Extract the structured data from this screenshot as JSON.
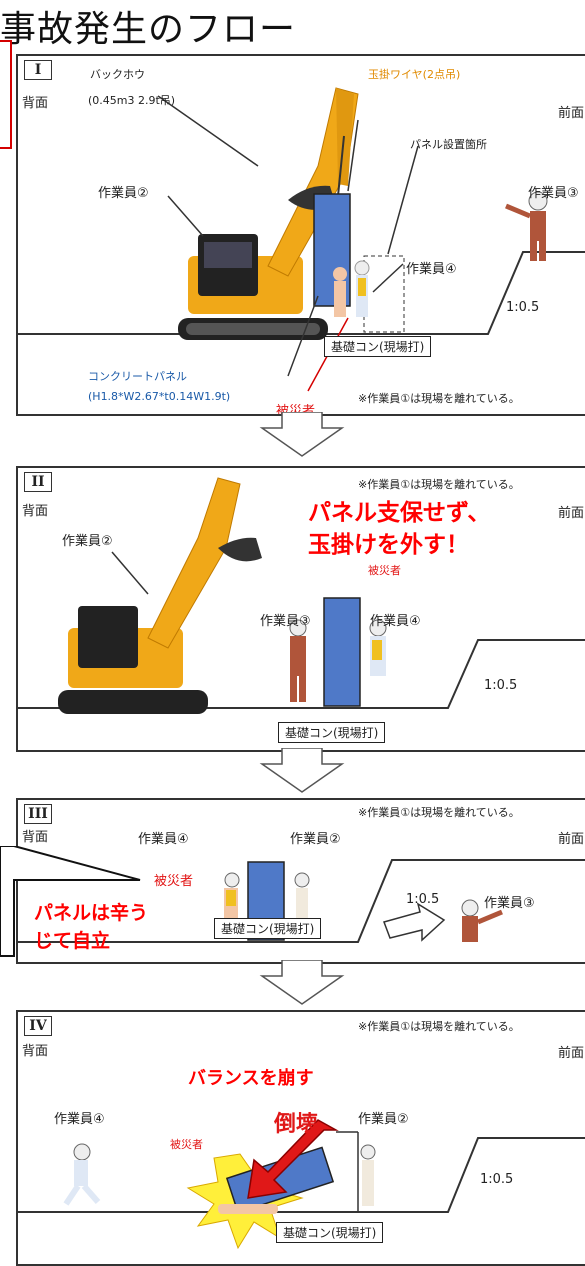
{
  "title": "事故発生のフロー",
  "colors": {
    "excavator": "#f0a818",
    "panel": "#4f79c8",
    "red": "#ff0000",
    "label_orange": "#e08a00",
    "label_blue": "#1a5aa8"
  },
  "panels": [
    {
      "numeral": "I",
      "back_label": "背面",
      "front_label": "前面",
      "labels": {
        "backhoe": "バックホウ",
        "backhoe_spec": "(0.45m3 2.9t吊)",
        "wire": "玉掛ワイヤ(2点吊)",
        "install_point": "パネル設置箇所",
        "worker2": "作業員②",
        "worker3": "作業員③",
        "worker4": "作業員④",
        "slope": "1:0.5",
        "foundation": "基礎コン(現場打)",
        "concrete_panel": "コンクリートパネル",
        "panel_spec": "(H1.8*W2.67*t0.14W1.9t)",
        "note": "※作業員①は現場を離れている。",
        "victim": "被災者"
      }
    },
    {
      "numeral": "II",
      "back_label": "背面",
      "front_label": "前面",
      "note": "※作業員①は現場を離れている。",
      "callout_line1": "パネル支保せず、",
      "callout_line2": "玉掛けを外す！",
      "labels": {
        "worker2": "作業員②",
        "worker3": "作業員③",
        "worker4": "作業員④",
        "victim": "被災者",
        "slope": "1:0.5",
        "foundation": "基礎コン(現場打)"
      }
    },
    {
      "numeral": "III",
      "back_label": "背面",
      "front_label": "前面",
      "note": "※作業員①は現場を離れている。",
      "labels": {
        "worker4": "作業員④",
        "worker2": "作業員②",
        "worker3": "作業員③",
        "victim": "被災者",
        "slope": "1:0.5",
        "foundation": "基礎コン(現場打)"
      },
      "callout_line1": "パネルは辛う",
      "callout_line2": "じて自立"
    },
    {
      "numeral": "IV",
      "back_label": "背面",
      "front_label": "前面",
      "note": "※作業員①は現場を離れている。",
      "callout": "バランスを崩す",
      "collapse": "倒壊",
      "labels": {
        "worker4": "作業員④",
        "worker2": "作業員②",
        "victim": "被災者",
        "slope": "1:0.5",
        "foundation": "基礎コン(現場打)"
      }
    }
  ]
}
